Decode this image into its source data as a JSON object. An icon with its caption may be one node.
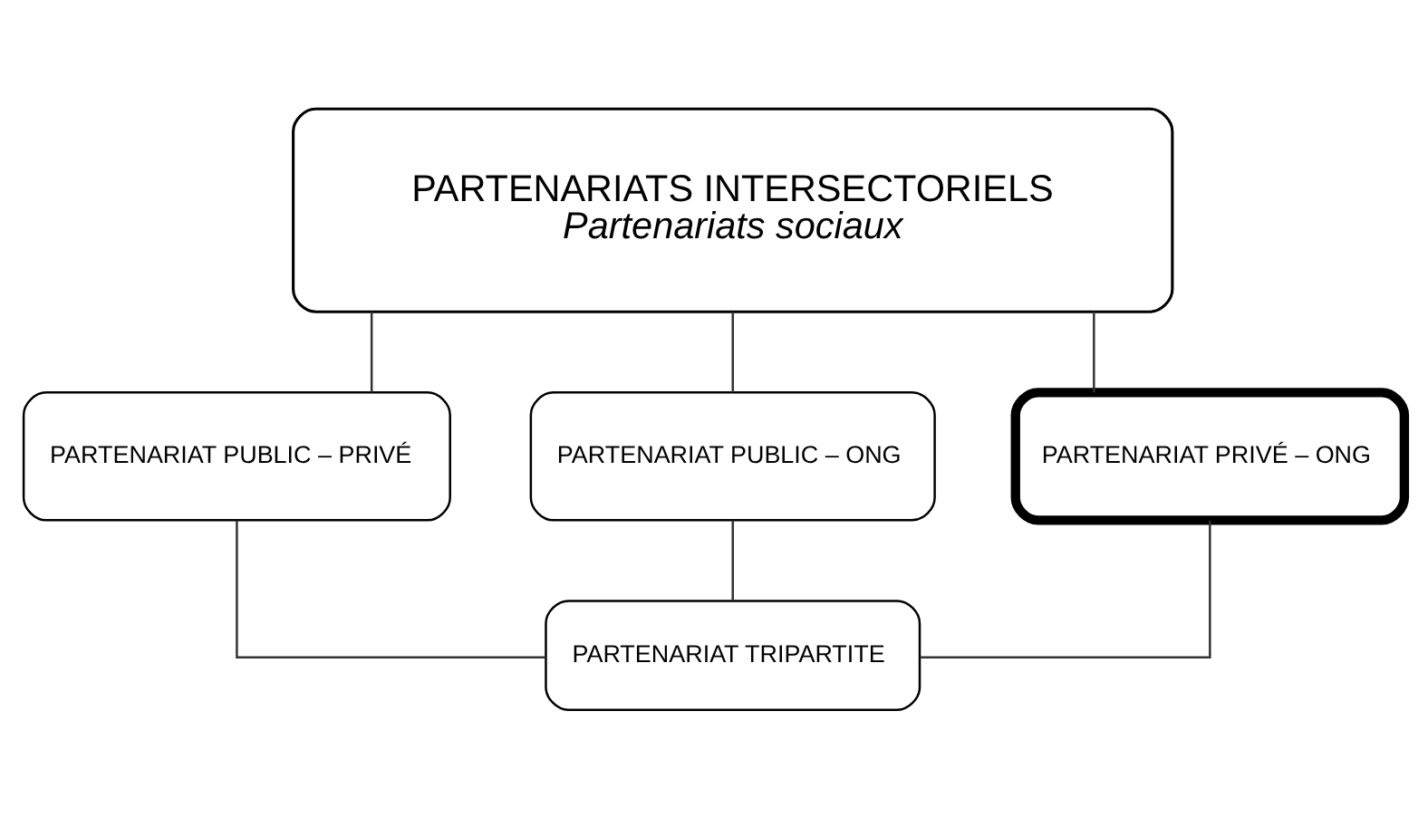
{
  "diagram": {
    "nodes": [
      {
        "text": [
          "PARTENARIATS INTERSECTORIELS",
          "Partenariats sociaux"
        ]
      },
      {
        "text": [
          "PARTENARIAT PUBLIC – PRIVÉ"
        ]
      },
      {
        "text": [
          "PARTENARIAT PUBLIC – ONG"
        ]
      },
      {
        "text": [
          "PARTENARIAT PRIVÉ – ONG"
        ]
      },
      {
        "text": [
          "PARTENARIAT TRIPARTITE"
        ]
      }
    ],
    "edges": [
      {
        "from": 0,
        "to": 1,
        "arrow": "none"
      },
      {
        "from": 0,
        "to": 2,
        "arrow": "none"
      },
      {
        "from": 0,
        "to": 3,
        "arrow": "none"
      },
      {
        "from": 1,
        "to": 4,
        "arrow": "none"
      },
      {
        "from": 2,
        "to": 4,
        "arrow": "none"
      },
      {
        "from": 3,
        "to": 4,
        "arrow": "none"
      }
    ]
  }
}
